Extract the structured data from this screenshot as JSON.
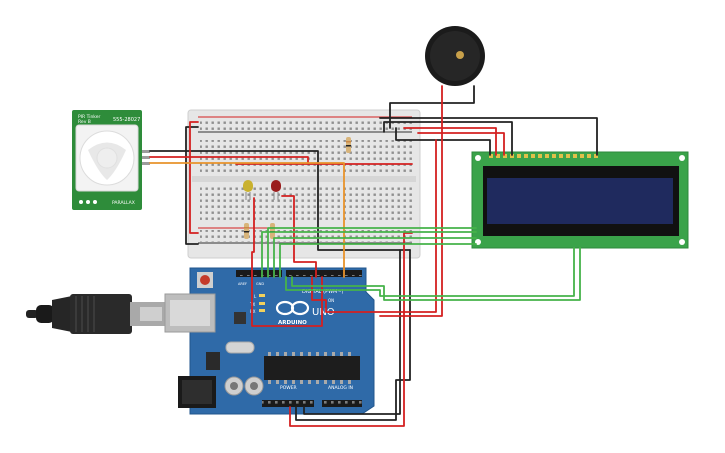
{
  "pir": {
    "brand": "PIR Tinker",
    "rev": "Rev B",
    "part": "555-28027",
    "parallax": "PARALLAX"
  },
  "arduino": {
    "brand": "ARDUINO",
    "uno": "UNO",
    "digital": "DIGITAL (PWM~)",
    "power": "POWER",
    "analog": "ANALOG IN",
    "rx": "RX",
    "tx": "TX",
    "l": "L",
    "on": "ON",
    "aref": "AREF",
    "gnd": "GND"
  },
  "colors": {
    "wire_red": "#d42020",
    "wire_black": "#222222",
    "wire_green": "#46b34a",
    "wire_orange": "#e8932b",
    "board": "#2f6aa8",
    "lcd_pcb": "#3aa34a",
    "lcd_screen": "#1f2a5e"
  }
}
